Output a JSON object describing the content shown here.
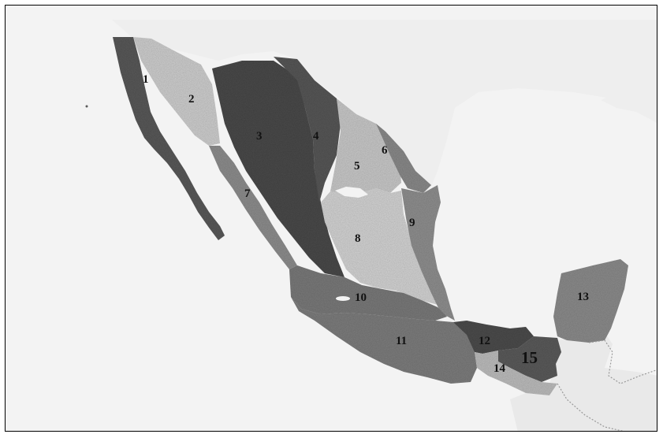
{
  "map": {
    "colors": {
      "background": "#f3f3f3",
      "us_land": "#eeeeee",
      "central_america": "#e9e9e9",
      "border_line": "#999999",
      "region_1": "#5a5a5a",
      "region_2": "#cfcfcf",
      "region_3": "#4c4c4c",
      "region_4": "#595959",
      "region_5": "#c9c9c9",
      "region_6": "#8a8a8a",
      "region_7": "#8e8e8e",
      "region_8": "#d4d4d4",
      "region_9": "#909090",
      "region_10": "#7a7a7a",
      "region_11": "#7e7e7e",
      "region_12": "#4e4e4e",
      "region_13": "#8c8c8c",
      "region_14": "#bdbdbd",
      "region_15": "#5c5c5c"
    },
    "regions": [
      {
        "id": "1",
        "label": "1"
      },
      {
        "id": "2",
        "label": "2"
      },
      {
        "id": "3",
        "label": "3"
      },
      {
        "id": "4",
        "label": "4"
      },
      {
        "id": "5",
        "label": "5"
      },
      {
        "id": "6",
        "label": "6"
      },
      {
        "id": "7",
        "label": "7"
      },
      {
        "id": "8",
        "label": "8"
      },
      {
        "id": "9",
        "label": "9"
      },
      {
        "id": "10",
        "label": "10"
      },
      {
        "id": "11",
        "label": "11"
      },
      {
        "id": "12",
        "label": "12"
      },
      {
        "id": "13",
        "label": "13"
      },
      {
        "id": "14",
        "label": "14"
      },
      {
        "id": "15",
        "label": "15"
      }
    ]
  }
}
